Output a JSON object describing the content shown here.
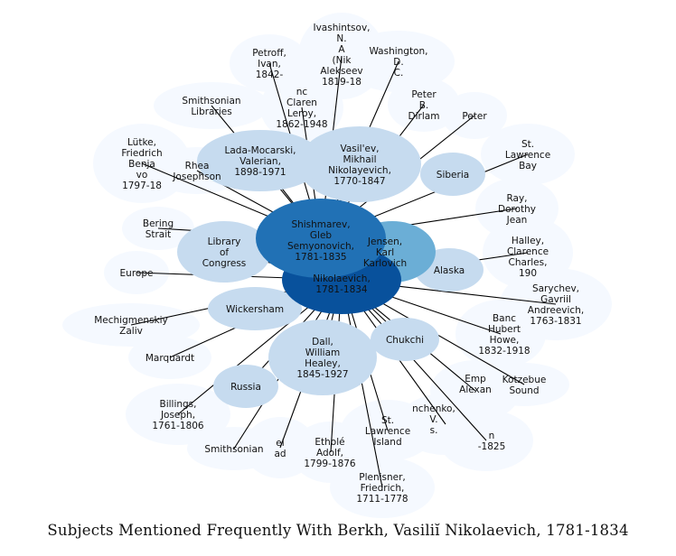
{
  "caption": "Subjects Mentioned Frequently With Berkh, Vasiliĭ Nikolaevich, 1781-1834",
  "colors": {
    "edge": "#000000",
    "level_0": "#f5f9ff",
    "level_1": "#c6dbef",
    "level_2": "#9ecae1",
    "level_3": "#6baed6",
    "level_4": "#2171b5",
    "level_5": "#08519c"
  },
  "nodes": [
    {
      "id": "petroff",
      "label": [
        "Petroff,",
        "Ivan,",
        "1842-"
      ],
      "level": 0
    },
    {
      "id": "ivashintsov",
      "label": [
        "Ivashintsov,",
        "N.",
        "A",
        "(Nik",
        "Alekseev",
        "1819-18"
      ],
      "level": 0
    },
    {
      "id": "washington",
      "label": [
        "Washington,",
        "D.",
        "C."
      ],
      "level": 0
    },
    {
      "id": "peter-b-dirlam",
      "label": [
        "Peter",
        "B.",
        "Dirlam"
      ],
      "level": 0
    },
    {
      "id": "peter",
      "label": [
        "Peter"
      ],
      "level": 0
    },
    {
      "id": "smithsonian-libraries",
      "label": [
        "Smithsonian",
        "Libraries"
      ],
      "level": 0
    },
    {
      "id": "clarence-leroy",
      "label": [
        "nc",
        "Claren",
        "Leroy,",
        "1862-1948"
      ],
      "level": 0
    },
    {
      "id": "lutke",
      "label": [
        "Lütke,",
        "Friedrich",
        "Benja",
        "vo",
        "1797-18"
      ],
      "level": 0
    },
    {
      "id": "lada-mocarski",
      "label": [
        "Lada-Mocarski,",
        "Valerian,",
        "1898-1971"
      ],
      "level": 1
    },
    {
      "id": "vasilev",
      "label": [
        "Vasil'ev,",
        "Mikhail",
        "Nikolayevich,",
        "1770-1847"
      ],
      "level": 1
    },
    {
      "id": "st-lawrence-bay",
      "label": [
        "St.",
        "Lawrence",
        "Bay"
      ],
      "level": 0
    },
    {
      "id": "rhea-josephson",
      "label": [
        "Rhea",
        "Josephson"
      ],
      "level": 0
    },
    {
      "id": "siberia",
      "label": [
        "Siberia"
      ],
      "level": 1
    },
    {
      "id": "ray-dorothy-jean",
      "label": [
        "Ray,",
        "Dorothy",
        "Jean"
      ],
      "level": 0
    },
    {
      "id": "bering-strait",
      "label": [
        "Bering",
        "Strait"
      ],
      "level": 0
    },
    {
      "id": "library-of-congress",
      "label": [
        "Library",
        "of",
        "Congress"
      ],
      "level": 1
    },
    {
      "id": "shishmarev",
      "label": [
        "Shishmarev,",
        "Gleb",
        "Semyonovich,",
        "1781-1835"
      ],
      "level": 4
    },
    {
      "id": "karl-karlovich",
      "label": [
        "Jensen,",
        "Karl",
        "Karlovich"
      ],
      "level": 3
    },
    {
      "id": "haley",
      "label": [
        "Halley,",
        "Clarence",
        "Charles,",
        "190"
      ],
      "level": 0
    },
    {
      "id": "alaska",
      "label": [
        "Alaska"
      ],
      "level": 1
    },
    {
      "id": "europe",
      "label": [
        "Europe"
      ],
      "level": 0
    },
    {
      "id": "berkh",
      "label": [
        "Nikolaevich,",
        "1781-1834"
      ],
      "level": 5
    },
    {
      "id": "sarychev",
      "label": [
        "Sarychev,",
        "Gavriil",
        "Andreevich,",
        "1763-1831"
      ],
      "level": 0
    },
    {
      "id": "wickersham",
      "label": [
        "Wickersham"
      ],
      "level": 1
    },
    {
      "id": "mechigmenskiy",
      "label": [
        "Mechigmenskiy",
        "Zaliv"
      ],
      "level": 0
    },
    {
      "id": "bancroft",
      "label": [
        "Banc",
        "Hubert",
        "Howe,",
        "1832-1918"
      ],
      "level": 0
    },
    {
      "id": "dall",
      "label": [
        "Dall,",
        "William",
        "Healey,",
        "1845-1927"
      ],
      "level": 1
    },
    {
      "id": "chukchi",
      "label": [
        "Chukchi"
      ],
      "level": 1
    },
    {
      "id": "marquardt",
      "label": [
        "Marquardt"
      ],
      "level": 0
    },
    {
      "id": "kotzebue-sound",
      "label": [
        "Kotzebue",
        "Sound"
      ],
      "level": 0
    },
    {
      "id": "russia",
      "label": [
        "Russia"
      ],
      "level": 1
    },
    {
      "id": "emperor-alexander",
      "label": [
        "Emp",
        "Alexan"
      ],
      "level": 0
    },
    {
      "id": "billings",
      "label": [
        "Billings,",
        "Joseph,",
        "1761-1806"
      ],
      "level": 0
    },
    {
      "id": "khlebnikov",
      "label": [
        "nchenko,",
        "V.",
        "s."
      ],
      "level": 0
    },
    {
      "id": "st-lawrence-island",
      "label": [
        "St.",
        "Lawrence",
        "Island"
      ],
      "level": 0
    },
    {
      "id": "unknown-1825",
      "label": [
        "n",
        "-1825"
      ],
      "level": 0
    },
    {
      "id": "smithsonian",
      "label": [
        "Smithsonian"
      ],
      "level": 0
    },
    {
      "id": "small-node",
      "label": [
        "el",
        "ad"
      ],
      "level": 0
    },
    {
      "id": "ethole",
      "label": [
        "Etholé",
        "Adolf,",
        "1799-1876"
      ],
      "level": 0
    },
    {
      "id": "plenisner",
      "label": [
        "Plenisner,",
        "Friedrich,",
        "1711-1778"
      ],
      "level": 0
    }
  ]
}
